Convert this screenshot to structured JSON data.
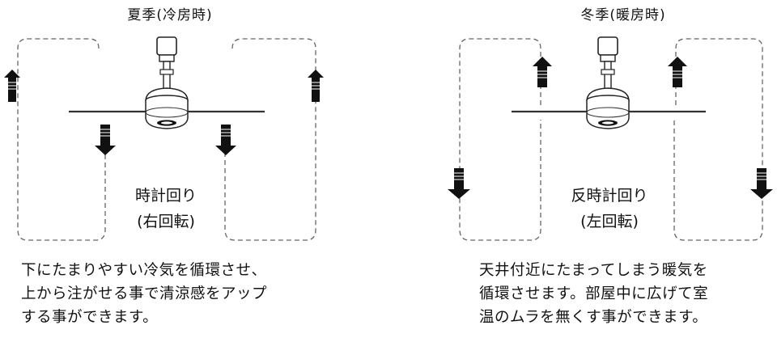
{
  "summer": {
    "title": "夏季(冷房時)",
    "rotation_line1": "時計回り",
    "rotation_line2": "(右回転)",
    "desc_line1": "下にたまりやすい冷気を循環させ、",
    "desc_line2": "上から注がせる事で清涼感をアップ",
    "desc_line3": "する事ができます。"
  },
  "winter": {
    "title": "冬季(暖房時)",
    "rotation_line1": "反時計回り",
    "rotation_line2": "(左回転)",
    "desc_line1": "天井付近にたまってしまう暖気を",
    "desc_line2": "循環させます。部屋中に広げて室",
    "desc_line3": "温のムラを無くす事ができます。"
  }
}
